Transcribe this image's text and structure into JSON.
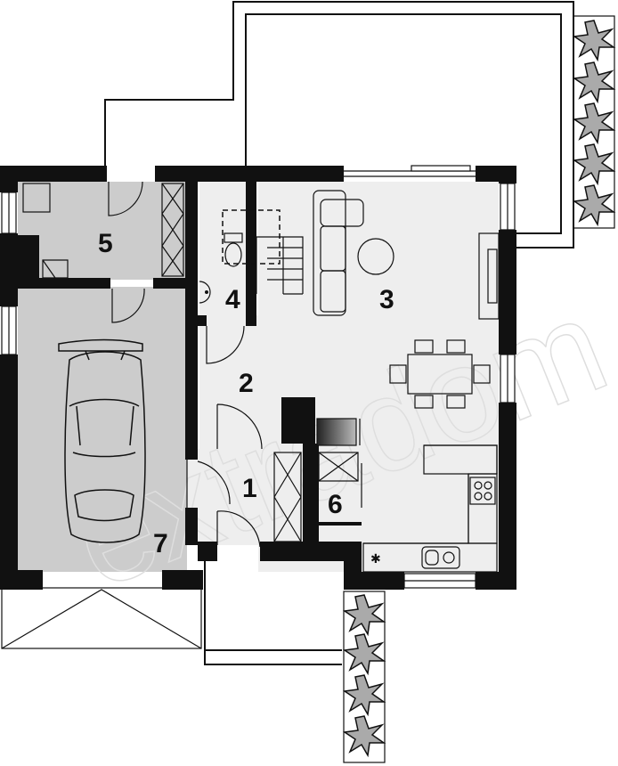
{
  "colors": {
    "wall": "#111111",
    "room_light": "#eeeeee",
    "room_grey": "#cccccc",
    "watermark": "#dedede",
    "plant": "#aaaaaa"
  },
  "rooms": [
    {
      "id": "5",
      "label": "5"
    },
    {
      "id": "4",
      "label": "4"
    },
    {
      "id": "3",
      "label": "3"
    },
    {
      "id": "2",
      "label": "2"
    },
    {
      "id": "1",
      "label": "1"
    },
    {
      "id": "6",
      "label": "6"
    },
    {
      "id": "7",
      "label": "7"
    }
  ],
  "icons": [
    "car-icon",
    "sofa-icon",
    "round-table-icon",
    "dining-set-icon",
    "stove-icon",
    "sink-icon",
    "toilet-icon",
    "washbasin-icon",
    "fireplace-icon",
    "stairs-icon",
    "plant-icon"
  ]
}
